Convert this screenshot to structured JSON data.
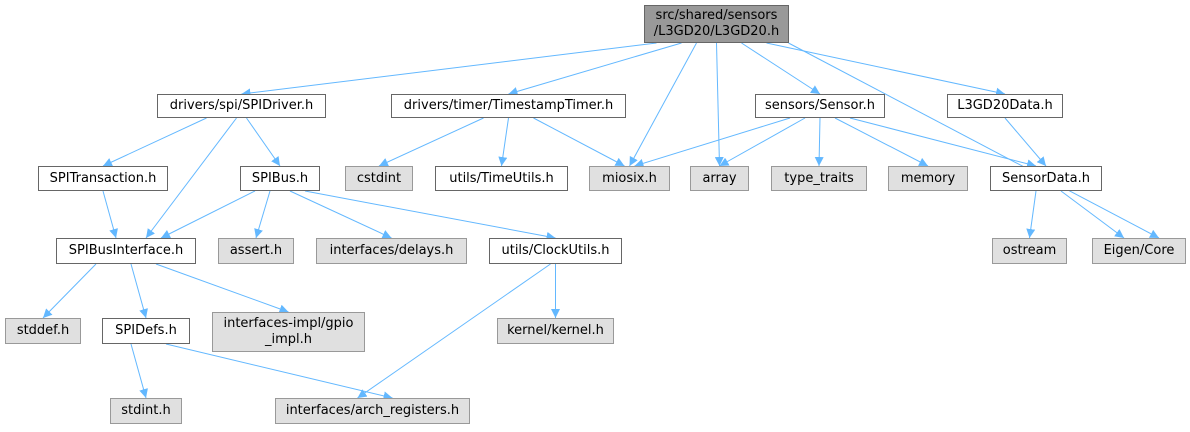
{
  "colors": {
    "edge": "#63b8ff",
    "root_fill": "#999999",
    "local_fill": "#ffffff",
    "system_fill": "#e0e0e0"
  },
  "nodes": {
    "root": {
      "line1": "src/shared/sensors",
      "line2": "/L3GD20/L3GD20.h"
    },
    "spi_driver": "drivers/spi/SPIDriver.h",
    "timestamp_timer": "drivers/timer/TimestampTimer.h",
    "sensor": "sensors/Sensor.h",
    "l3gd20_data": "L3GD20Data.h",
    "spi_transaction": "SPITransaction.h",
    "spi_bus": "SPIBus.h",
    "cstdint": "cstdint",
    "time_utils": "utils/TimeUtils.h",
    "miosix": "miosix.h",
    "array": "array",
    "type_traits": "type_traits",
    "memory": "memory",
    "sensor_data": "SensorData.h",
    "spi_bus_interface": "SPIBusInterface.h",
    "assert": "assert.h",
    "delays": "interfaces/delays.h",
    "clock_utils": "utils/ClockUtils.h",
    "ostream": "ostream",
    "eigen_core": "Eigen/Core",
    "stddef": "stddef.h",
    "spi_defs": "SPIDefs.h",
    "gpio_impl": {
      "line1": "interfaces-impl/gpio",
      "line2": "_impl.h"
    },
    "kernel": "kernel/kernel.h",
    "stdint": "stdint.h",
    "arch_registers": "interfaces/arch_registers.h"
  },
  "edges": [
    [
      "root",
      "spi_driver"
    ],
    [
      "root",
      "timestamp_timer"
    ],
    [
      "root",
      "sensor"
    ],
    [
      "root",
      "l3gd20_data"
    ],
    [
      "root",
      "miosix"
    ],
    [
      "root",
      "array"
    ],
    [
      "root",
      "eigen_core"
    ],
    [
      "spi_driver",
      "spi_transaction"
    ],
    [
      "spi_driver",
      "spi_bus"
    ],
    [
      "spi_driver",
      "spi_bus_interface"
    ],
    [
      "timestamp_timer",
      "cstdint"
    ],
    [
      "timestamp_timer",
      "time_utils"
    ],
    [
      "timestamp_timer",
      "miosix"
    ],
    [
      "sensor",
      "miosix"
    ],
    [
      "sensor",
      "array"
    ],
    [
      "sensor",
      "type_traits"
    ],
    [
      "sensor",
      "memory"
    ],
    [
      "sensor",
      "sensor_data"
    ],
    [
      "l3gd20_data",
      "sensor_data"
    ],
    [
      "spi_transaction",
      "spi_bus_interface"
    ],
    [
      "spi_bus",
      "spi_bus_interface"
    ],
    [
      "spi_bus",
      "assert"
    ],
    [
      "spi_bus",
      "delays"
    ],
    [
      "spi_bus",
      "clock_utils"
    ],
    [
      "sensor_data",
      "ostream"
    ],
    [
      "sensor_data",
      "eigen_core"
    ],
    [
      "spi_bus_interface",
      "stddef"
    ],
    [
      "spi_bus_interface",
      "spi_defs"
    ],
    [
      "spi_bus_interface",
      "gpio_impl"
    ],
    [
      "clock_utils",
      "kernel"
    ],
    [
      "clock_utils",
      "arch_registers"
    ],
    [
      "spi_defs",
      "stdint"
    ],
    [
      "spi_defs",
      "arch_registers"
    ]
  ]
}
